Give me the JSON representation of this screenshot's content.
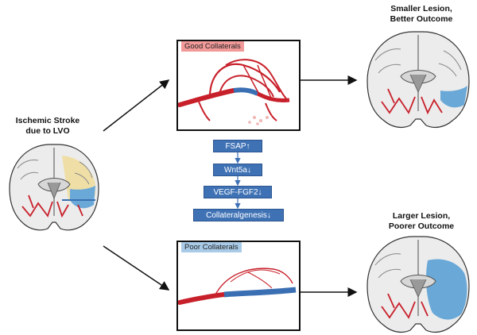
{
  "left_label": [
    "Ischemic Stroke",
    "due to LVO"
  ],
  "top_right_label": [
    "Smaller Lesion,",
    "Better Outcome"
  ],
  "bottom_right_label": [
    "Larger Lesion,",
    "Poorer Outcome"
  ],
  "good_panel": {
    "title": "Good Collaterals",
    "title_color": "#f29a9a"
  },
  "poor_panel": {
    "title": "Poor Collaterals",
    "title_color": "#a9cbe8"
  },
  "pathway": [
    "FSAP↑",
    "Wnt5a↓",
    "VEGF-FGF2↓",
    "Collateralgenesis↓"
  ],
  "colors": {
    "vessel_red": "#c8202a",
    "vessel_blue": "#3a6fb3",
    "lesion_blue": "#6aa8d8",
    "penumbra_yellow": "#efdfa6",
    "brain_gray": "#d7d7d7",
    "pathway_box": "#3f72b5"
  }
}
